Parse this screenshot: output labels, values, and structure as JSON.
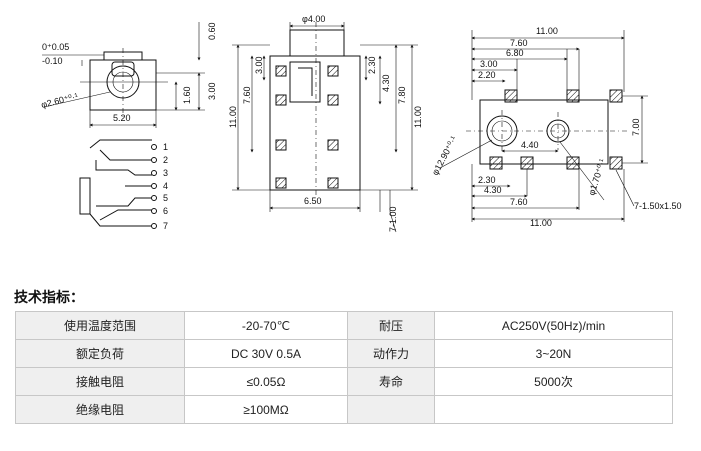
{
  "side_view": {
    "dims": {
      "tol_plus": "0⁺0.05",
      "tol_minus": "-0.10",
      "top_h": "0.60",
      "hole_dia": "φ2.60⁺⁰·¹",
      "h1": "1.60",
      "h2": "3.00",
      "width": "5.20"
    }
  },
  "schematic": {
    "pins": [
      "1",
      "2",
      "3",
      "4",
      "5",
      "6",
      "7"
    ]
  },
  "front_view": {
    "dims": {
      "top": "φ4.00",
      "left_a": "3.00",
      "left_b": "7.60",
      "left_c": "11.00",
      "right_a": "2.30",
      "right_b": "4.30",
      "right_c": "7.80",
      "right_d": "11.00",
      "bottom": "6.50",
      "pin": "7-1.00"
    }
  },
  "pcb_view": {
    "dims": {
      "top_overall": "11.00",
      "top_a": "7.60",
      "top_b": "6.80",
      "top_c": "3.00",
      "top_d": "2.20",
      "right_h": "7.00",
      "mid": "4.40",
      "big_hole": "φ12.90⁺⁰·¹",
      "small_hole": "φ1.70⁺⁰·¹",
      "bot_a": "2.30",
      "bot_b": "4.30",
      "bot_c": "7.60",
      "bot_overall": "11.00",
      "pads": "7-1.50x1.50"
    }
  },
  "specs": {
    "title": "技术指标：",
    "rows": [
      [
        "使用温度范围",
        "-20-70℃",
        "耐压",
        "AC250V(50Hz)/min"
      ],
      [
        "额定负荷",
        "DC 30V 0.5A",
        "动作力",
        "3~20N"
      ],
      [
        "接触电阻",
        "≤0.05Ω",
        "寿命",
        "5000次"
      ],
      [
        "绝缘电阻",
        "≥100MΩ",
        "",
        ""
      ]
    ]
  }
}
